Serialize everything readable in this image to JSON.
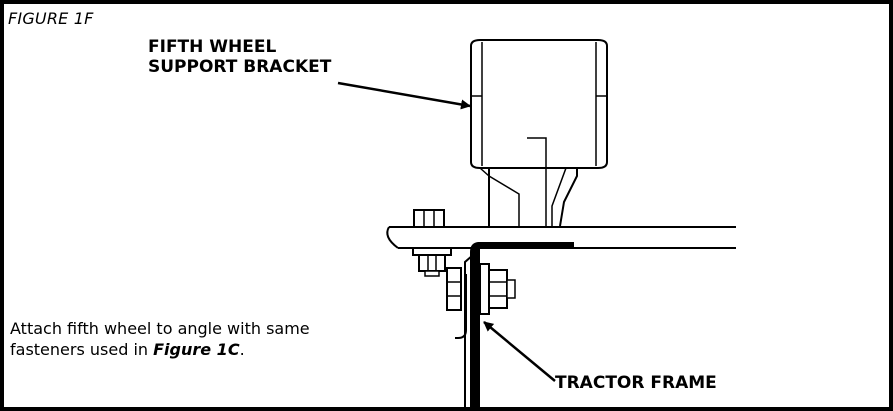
{
  "figure": {
    "label": "FIGURE 1F",
    "callouts": {
      "bracket_line1": "FIFTH WHEEL",
      "bracket_line2": "SUPPORT BRACKET",
      "frame": "TRACTOR FRAME"
    },
    "note": {
      "text_before": "Attach fifth wheel to angle with same fasteners used in ",
      "ref": "Figure 1C",
      "text_after": "."
    }
  }
}
